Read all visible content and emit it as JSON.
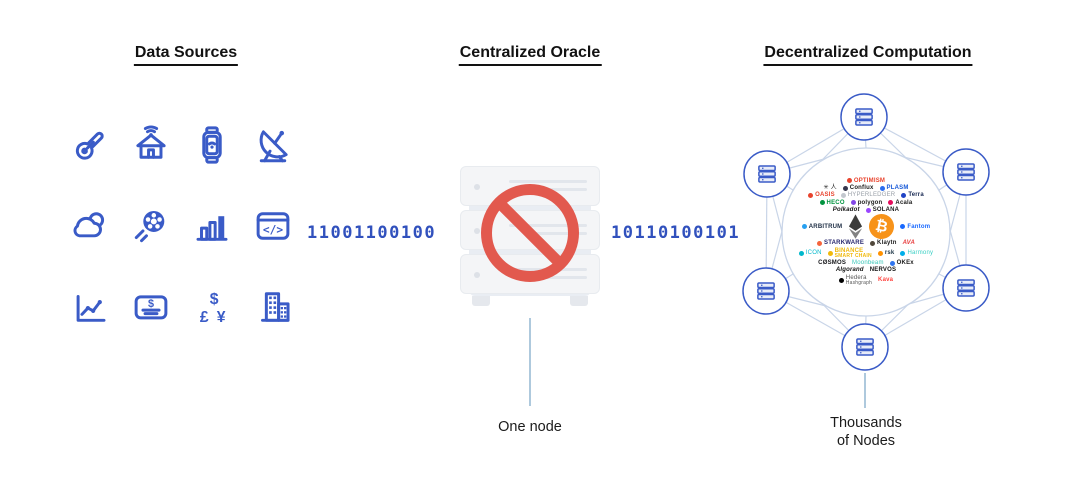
{
  "title_row": {
    "data_sources": "Data Sources",
    "centralized_oracle": "Centralized Oracle",
    "decentralized_computation": "Decentralized Computation"
  },
  "data_sources": {
    "icons": [
      {
        "name": "thermometer-icon"
      },
      {
        "name": "smart-home-icon"
      },
      {
        "name": "smart-watch-icon"
      },
      {
        "name": "satellite-dish-icon"
      },
      {
        "name": "weather-cloud-icon"
      },
      {
        "name": "soccer-ball-icon"
      },
      {
        "name": "bar-chart-icon"
      },
      {
        "name": "code-window-icon"
      },
      {
        "name": "line-chart-icon"
      },
      {
        "name": "payment-check-icon"
      },
      {
        "name": "currency-exchange-icon"
      },
      {
        "name": "buildings-icon"
      }
    ]
  },
  "centralized": {
    "binary_input": "11001100100",
    "binary_output": "10110100101",
    "caption": "One node"
  },
  "decentralized": {
    "caption_line1": "Thousands",
    "caption_line2": "of Nodes",
    "node_count": 6,
    "logo_rows": [
      [
        {
          "name": "optimism",
          "label": "OPTIMISM",
          "color": "#E8432D",
          "dot": "#E8432D",
          "bold": true
        }
      ],
      [
        {
          "name": "unidentified-marks",
          "label": "✳ 人",
          "color": "#222222"
        },
        {
          "name": "conflux",
          "label": "Conflux",
          "color": "#1A1A1A",
          "dot": "#36364D",
          "bold": true
        },
        {
          "name": "plasm",
          "label": "PLASM",
          "color": "#1659D8",
          "dot": "#2B6DEF",
          "bold": true
        }
      ],
      [
        {
          "name": "oasis",
          "label": "OASIS",
          "color": "#E8432D",
          "dot": "#E8432D",
          "bold": true
        },
        {
          "name": "hyperledger",
          "label": "HYPERLEDGER",
          "color": "#9AA0A8",
          "dot": "#C3C8CF"
        },
        {
          "name": "terra",
          "label": "Terra",
          "color": "#172852",
          "dot": "#2043C5",
          "bold": true
        }
      ],
      [
        {
          "name": "heco",
          "label": "HECO",
          "color": "#01943F",
          "dot": "#01943F",
          "bold": true
        },
        {
          "name": "polygon",
          "label": "polygon",
          "color": "#1B1B1B",
          "dot": "#8247E5",
          "bold": true
        },
        {
          "name": "acala",
          "label": "Acala",
          "color": "#1B1B1B",
          "dot": "#E40C5B",
          "bold": true
        }
      ],
      [
        {
          "name": "polkadot",
          "label": "Polkadot",
          "color": "#141414",
          "bold": true,
          "italic": true
        },
        {
          "name": "solana",
          "label": "SOLANA",
          "color": "#1B1B1B",
          "dot": "#9945FF",
          "bold": true
        }
      ],
      [
        {
          "name": "arbitrum",
          "label": "ARBITRUM",
          "color": "#213147",
          "dot": "#28A0F0",
          "bold": true
        },
        {
          "name": "ethereum",
          "type": "eth"
        },
        {
          "name": "bitcoin",
          "type": "btc",
          "glyph": "₿"
        },
        {
          "name": "fantom",
          "label": "Fantom",
          "color": "#1969FF",
          "dot": "#1969FF",
          "bold": true
        }
      ],
      [
        {
          "name": "starkware",
          "label": "STARKWARE",
          "color": "#28286E",
          "dot": "#F6643C",
          "bold": true
        },
        {
          "name": "klaytn",
          "label": "Klaytn",
          "color": "#1B1B1B",
          "dot": "#4F473B",
          "bold": true
        },
        {
          "name": "avalanche",
          "label": "AVA",
          "color": "#E84142",
          "bold": true,
          "italic": true
        }
      ],
      [
        {
          "name": "icon",
          "label": "ICON",
          "color": "#00B8CC",
          "dot": "#00B8CC"
        },
        {
          "name": "binance-smart-chain",
          "label": "BINANCE",
          "label2": "SMART CHAIN",
          "color": "#F0B90B",
          "dot": "#F0B90B",
          "bold": true
        },
        {
          "name": "rsk",
          "label": "rsk",
          "color": "#1B3344",
          "dot": "#FF9100",
          "bold": true
        },
        {
          "name": "harmony",
          "label": "Harmony",
          "color": "#3BD0C5",
          "dot": "#00AEE9"
        }
      ],
      [
        {
          "name": "cosmos",
          "label": "CØSMOS",
          "color": "#16171A",
          "bold": true
        },
        {
          "name": "moonbeam",
          "label": "Moonbeam",
          "color": "#3BC7B9"
        },
        {
          "name": "okex",
          "label": "OKEx",
          "color": "#1B1B1B",
          "dot": "#3075EE",
          "bold": true
        }
      ],
      [
        {
          "name": "algorand",
          "label": "Algorand",
          "color": "#111111",
          "bold": true,
          "italic": true
        },
        {
          "name": "nervos",
          "label": "NERVOS",
          "color": "#111111",
          "bold": true
        }
      ],
      [
        {
          "name": "hedera-hashgraph",
          "label": "Hedera",
          "label2": "Hashgraph",
          "color": "#565656",
          "dot": "#000000"
        },
        {
          "name": "kava",
          "label": "Kava",
          "color": "#FF433E",
          "bold": true
        }
      ]
    ]
  },
  "colors": {
    "icon_blue": "#3A5BC7",
    "binary_blue": "#3151BD",
    "prohibition_red": "#E2594E",
    "network_line": "#C9D5E8",
    "node_stroke": "#3A5BC7",
    "server_fill": "#F4F5F7",
    "header_text": "#121212"
  }
}
